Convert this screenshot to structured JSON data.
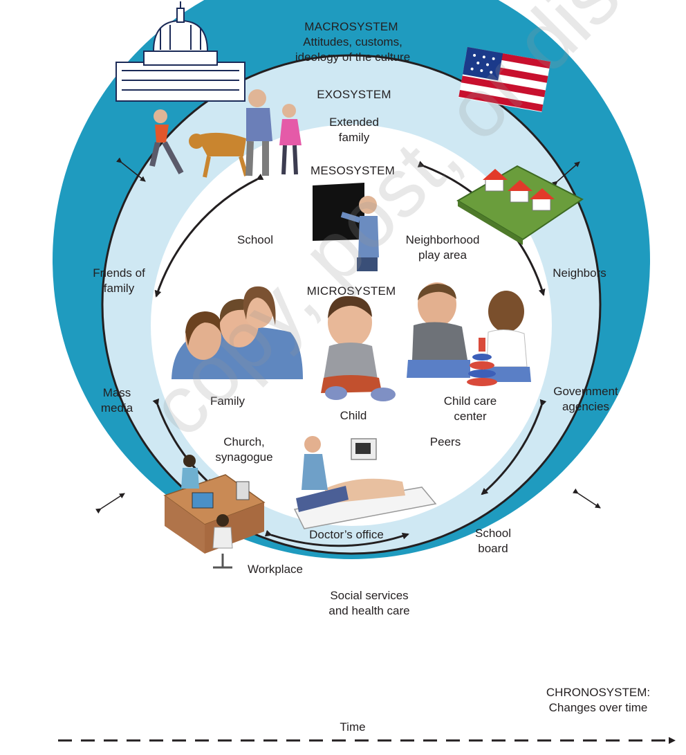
{
  "systems": {
    "macro": {
      "title": "MACROSYSTEM",
      "desc": "Attitudes, customs,\nideology of the culture"
    },
    "exo": {
      "title": "EXOSYSTEM"
    },
    "meso": {
      "title": "MESOSYSTEM"
    },
    "micro": {
      "title": "MICROSYSTEM"
    },
    "chrono": {
      "title": "CHRONOSYSTEM:",
      "desc": "Changes over time"
    }
  },
  "exosystem_items": [
    "Extended\nfamily",
    "Friends of\nfamily",
    "Neighbors",
    "Mass\nmedia",
    "Government\nagencies",
    "School\nboard",
    "Workplace",
    "Social services\nand health care"
  ],
  "microsystem_items": [
    "School",
    "Neighborhood\nplay area",
    "Family",
    "Child",
    "Child care\ncenter",
    "Church,\nsynagogue",
    "Peers",
    "Doctor’s office"
  ],
  "time_label": "Time",
  "watermark": "copy, post, or distri",
  "colors": {
    "macro_ring": "#1f9bbf",
    "exo_ring": "#cfe8f3",
    "arrow": "#231f20",
    "roof_red": "#e23a2a"
  },
  "icons": {
    "capitol": "capitol-building-icon",
    "flag": "us-flag-icon",
    "houses": "neighborhood-houses-icon",
    "teacher": "teacher-at-chalkboard-icon",
    "walkers": "family-walking-dog-icon",
    "family": "family-portrait-icon",
    "child": "seated-child-icon",
    "peers": "toddlers-playing-icon",
    "doctor": "doctor-exam-icon",
    "workplace": "office-workers-icon"
  }
}
